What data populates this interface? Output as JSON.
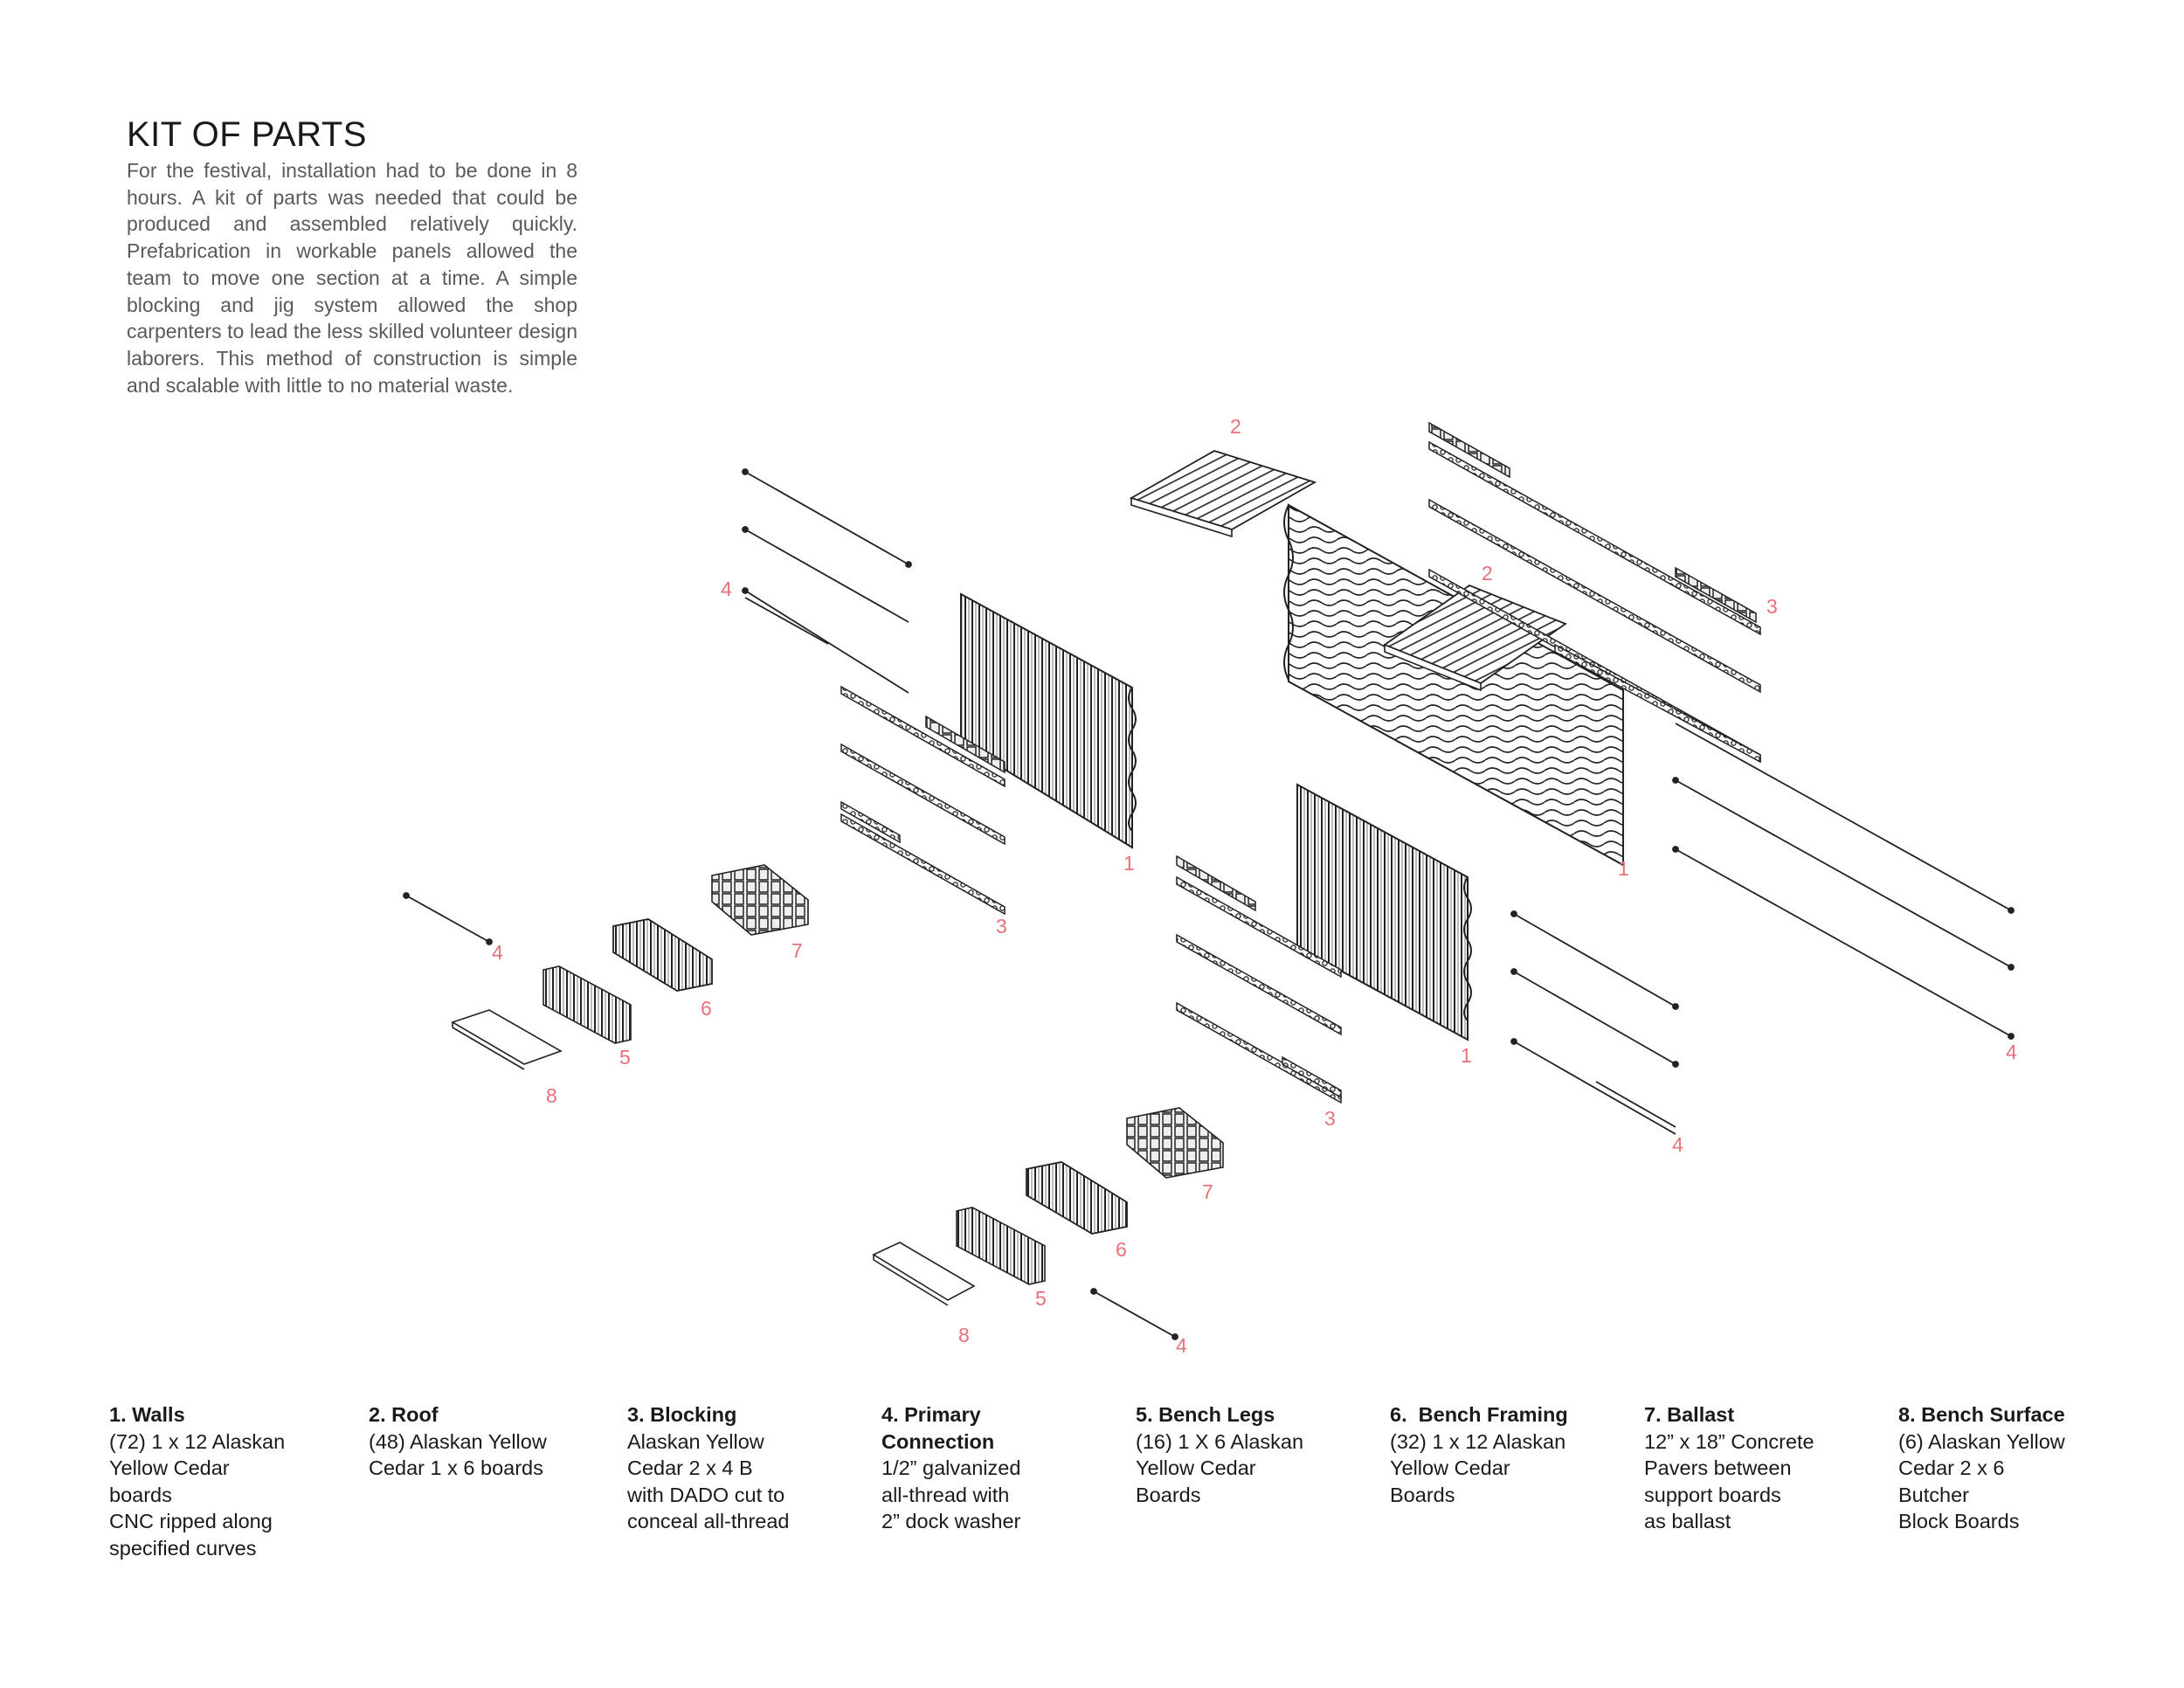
{
  "header": {
    "title": "KIT OF PARTS",
    "intro": "For the festival, installation had to be done in 8 hours. A kit of parts was needed that could be produced and assembled relatively quickly. Prefabrication in workable panels allowed the team to move one section at a time.  A simple blocking and jig system allowed the shop carpenters to lead the less skilled volunteer design laborers. This method of construction is simple and scalable with little to no material waste."
  },
  "callouts": {
    "walls": "1",
    "roof": "2",
    "blocking": "3",
    "connection": "4",
    "bench_legs": "5",
    "bench_framing": "6",
    "ballast": "7",
    "bench_surface": "8"
  },
  "legend": [
    {
      "title": "1. Walls",
      "desc": "(72) 1 x 12 Alaskan\nYellow Cedar\nboards\nCNC ripped along\nspecified curves"
    },
    {
      "title": "2. Roof",
      "desc": "(48) Alaskan Yellow\nCedar 1 x 6 boards"
    },
    {
      "title": "3. Blocking",
      "desc": "Alaskan Yellow\nCedar 2 x 4 B\nwith DADO cut to\nconceal all-thread"
    },
    {
      "title": "4. Primary\nConnection",
      "desc": "1/2” galvanized\nall-thread with\n2” dock washer"
    },
    {
      "title": "5. Bench Legs",
      "desc": "(16) 1 X 6 Alaskan\nYellow Cedar\nBoards"
    },
    {
      "title": "6.  Bench Framing",
      "desc": "(32) 1 x 12 Alaskan\nYellow Cedar\nBoards"
    },
    {
      "title": "7. Ballast",
      "desc": "12” x 18” Concrete\nPavers between\nsupport boards\nas ballast"
    },
    {
      "title": "8. Bench Surface",
      "desc": "(6) Alaskan Yellow\nCedar 2 x 6\nButcher\nBlock Boards"
    }
  ]
}
